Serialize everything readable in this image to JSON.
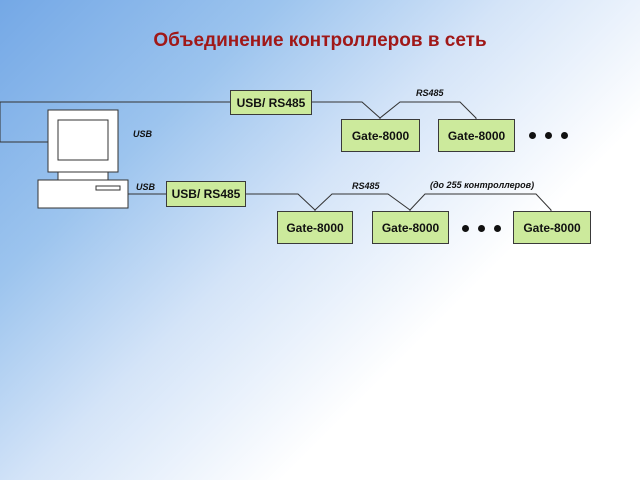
{
  "title": "Объединение контроллеров в сеть",
  "converters": [
    {
      "label": "USB/ RS485"
    },
    {
      "label": "USB/ RS485"
    }
  ],
  "row1": {
    "bus_label": "RS485",
    "controllers": [
      {
        "label": "Gate-8000"
      },
      {
        "label": "Gate-8000"
      }
    ]
  },
  "row2": {
    "bus_label": "RS485",
    "note": "(до 255 контроллеров)",
    "controllers": [
      {
        "label": "Gate-8000"
      },
      {
        "label": "Gate-8000"
      },
      {
        "label": "Gate-8000"
      }
    ]
  },
  "link_labels": {
    "usb_top": "USB",
    "usb_bottom": "USB"
  },
  "colors": {
    "title": "#a01818",
    "box_fill": "#ccea9c"
  },
  "icons": [
    "computer-icon",
    "ellipsis-icon"
  ]
}
